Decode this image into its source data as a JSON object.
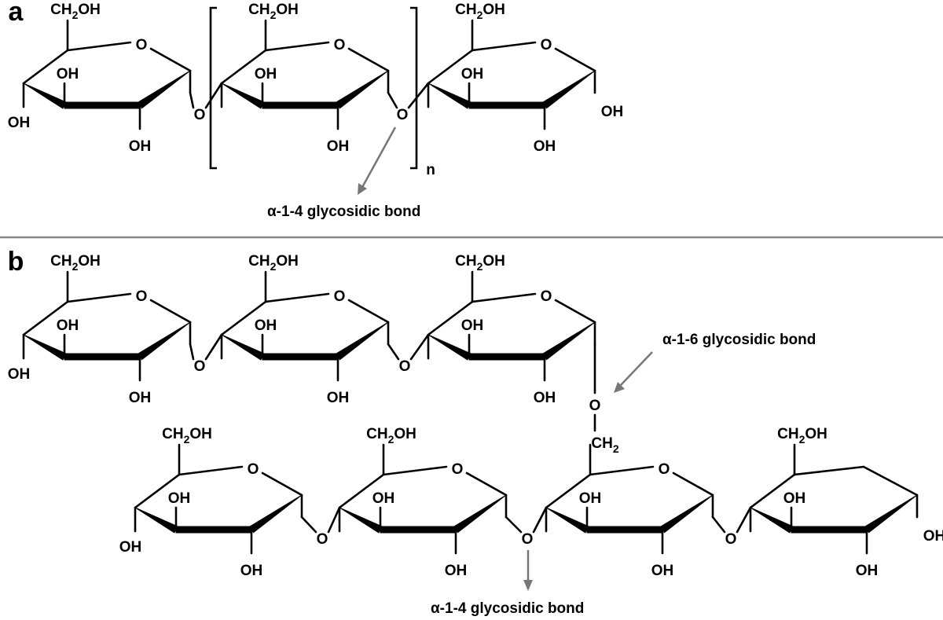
{
  "panels": {
    "a": "a",
    "b": "b"
  },
  "atoms": {
    "ring_oxygen": "O",
    "hydroxyl": "OH",
    "bridge_oxygen": "O"
  },
  "substituent": {
    "prefix": "CH",
    "subscript": "2",
    "suffix": "OH"
  },
  "methylene": {
    "prefix": "CH",
    "subscript": "2"
  },
  "repeat_subscript": "n",
  "annotations": {
    "a_bond": "α-1-4 glycosidic bond",
    "b_branch_bond": "α-1-6 glycosidic bond",
    "b_chain_bond": "α-1-4 glycosidic bond"
  },
  "colors": {
    "bond": "#000000",
    "arrow": "#777777",
    "divider": "#888888"
  }
}
